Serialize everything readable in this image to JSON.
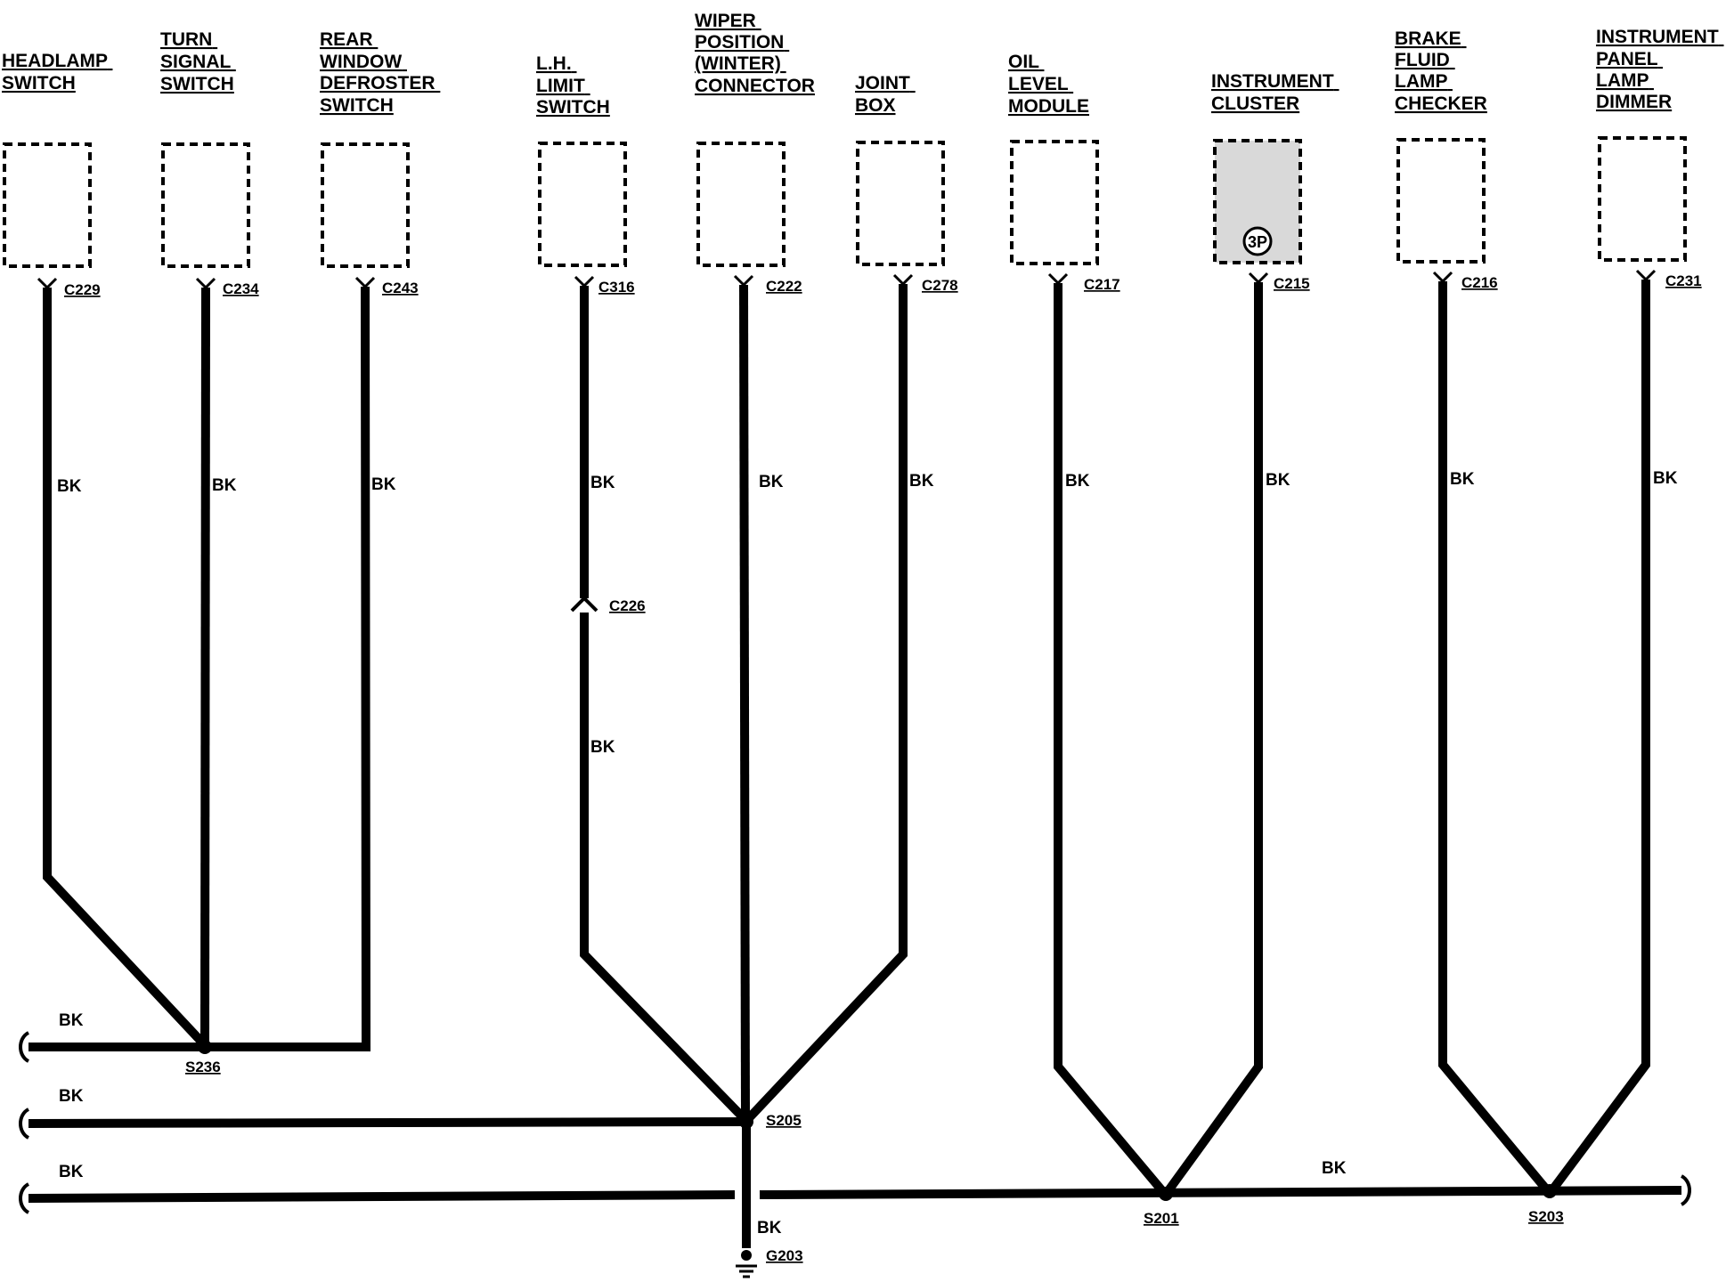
{
  "components": [
    {
      "id": "headlamp",
      "title": [
        "HEADLAMP",
        "SWITCH"
      ],
      "connector": "C229",
      "wire": "BK"
    },
    {
      "id": "turn",
      "title": [
        "TURN",
        "SIGNAL",
        "SWITCH"
      ],
      "connector": "C234",
      "wire": "BK"
    },
    {
      "id": "rear",
      "title": [
        "REAR",
        "WINDOW",
        "DEFROSTER",
        "SWITCH"
      ],
      "connector": "C243",
      "wire": "BK"
    },
    {
      "id": "lh",
      "title": [
        "L.H.",
        "LIMIT",
        "SWITCH"
      ],
      "connector": "C316",
      "wire": "BK",
      "inline_connector": "C226",
      "wire_lower": "BK"
    },
    {
      "id": "wiper",
      "title": [
        "WIPER",
        "POSITION",
        "(WINTER)",
        "CONNECTOR"
      ],
      "connector": "C222",
      "wire": "BK"
    },
    {
      "id": "joint",
      "title": [
        "JOINT",
        "BOX"
      ],
      "connector": "C278",
      "wire": "BK"
    },
    {
      "id": "oil",
      "title": [
        "OIL",
        "LEVEL",
        "MODULE"
      ],
      "connector": "C217",
      "wire": "BK"
    },
    {
      "id": "cluster",
      "title": [
        "INSTRUMENT",
        "CLUSTER"
      ],
      "connector": "C215",
      "wire": "BK",
      "badge": "3P"
    },
    {
      "id": "brake",
      "title": [
        "BRAKE",
        "FLUID",
        "LAMP",
        "CHECKER"
      ],
      "connector": "C216",
      "wire": "BK"
    },
    {
      "id": "dimmer",
      "title": [
        "INSTRUMENT",
        "PANEL",
        "LAMP",
        "DIMMER"
      ],
      "connector": "C231",
      "wire": "BK"
    }
  ],
  "splices": {
    "s236": "S236",
    "s205": "S205",
    "s201": "S201",
    "s203": "S203"
  },
  "ground": "G203",
  "bus_wires": {
    "bus1": "BK",
    "bus2": "BK",
    "bus3": "BK",
    "right": "BK",
    "ground_drop": "BK"
  }
}
